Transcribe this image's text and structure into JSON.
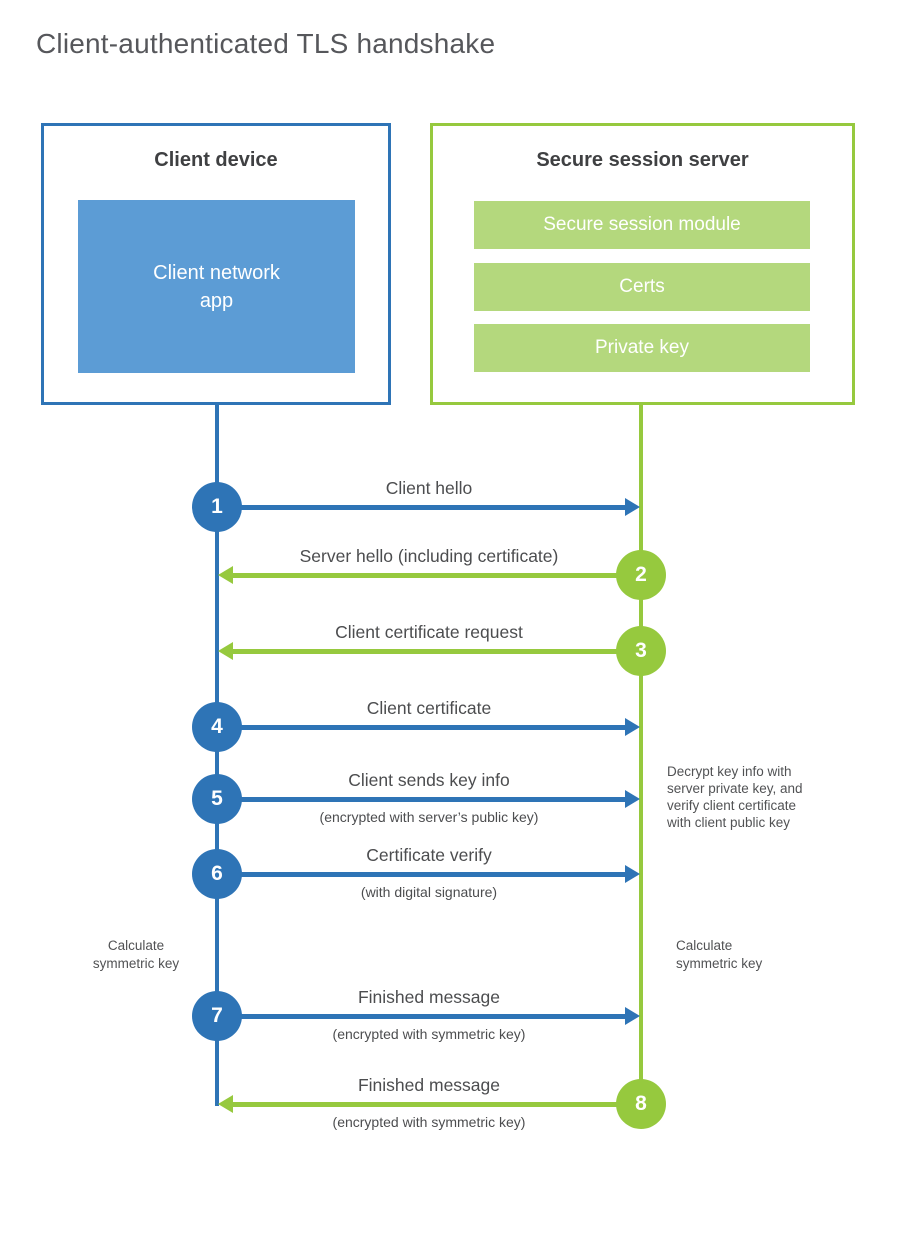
{
  "title": "Client-authenticated TLS handshake",
  "colors": {
    "blue": "#2e74b6",
    "blue_light": "#5c9cd5",
    "green": "#96c93e",
    "green_light": "#b4d87d"
  },
  "client_box": {
    "title": "Client device",
    "app_label": "Client network\napp"
  },
  "server_box": {
    "title": "Secure session server",
    "bars": [
      "Secure session module",
      "Certs",
      "Private key"
    ]
  },
  "steps": [
    {
      "num": "1",
      "from": "client",
      "dir": "right",
      "label": "Client hello",
      "sub": ""
    },
    {
      "num": "2",
      "from": "server",
      "dir": "left",
      "label": "Server hello (including certificate)",
      "sub": ""
    },
    {
      "num": "3",
      "from": "server",
      "dir": "left",
      "label": "Client certificate request",
      "sub": ""
    },
    {
      "num": "4",
      "from": "client",
      "dir": "right",
      "label": "Client certificate",
      "sub": ""
    },
    {
      "num": "5",
      "from": "client",
      "dir": "right",
      "label": "Client sends key info",
      "sub": "(encrypted with server’s public key)"
    },
    {
      "num": "6",
      "from": "client",
      "dir": "right",
      "label": "Certificate verify",
      "sub": "(with digital signature)"
    },
    {
      "num": "7",
      "from": "client",
      "dir": "right",
      "label": "Finished message",
      "sub": "(encrypted with symmetric key)"
    },
    {
      "num": "8",
      "from": "server",
      "dir": "left",
      "label": "Finished message",
      "sub": "(encrypted with symmetric key)"
    }
  ],
  "notes": {
    "decrypt": "Decrypt key info with\nserver private key, and\nverify client certificate\nwith client public key",
    "calc_left": "Calculate\nsymmetric key",
    "calc_right": "Calculate\nsymmetric key"
  }
}
